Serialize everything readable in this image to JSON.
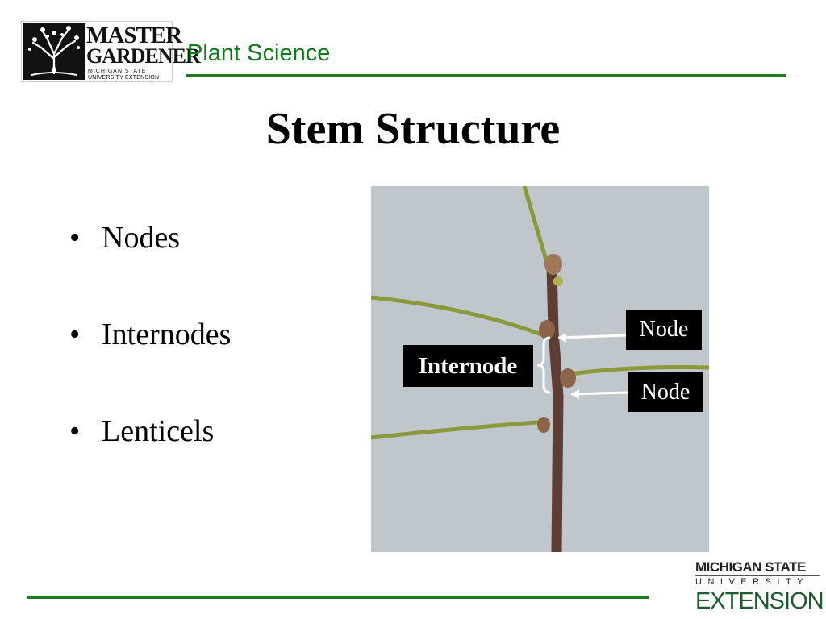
{
  "header": {
    "section_title": "Plant Science",
    "logo": {
      "word1": "MASTER",
      "word2": "GARDENER",
      "sub1": "MICHIGAN STATE",
      "sub2": "UNIVERSITY EXTENSION"
    }
  },
  "slide": {
    "title": "Stem Structure",
    "bullets": [
      "Nodes",
      "Internodes",
      "Lenticels"
    ]
  },
  "photo": {
    "labels": {
      "node_upper": "Node",
      "node_lower": "Node",
      "internode": "Internode"
    }
  },
  "footer": {
    "logo": {
      "line1": "MICHIGAN STATE",
      "line2": "UNIVERSITY",
      "line3": "EXTENSION"
    }
  },
  "colors": {
    "accent_green": "#1f7a22",
    "header_text_green": "#0e7a1b",
    "photo_background": "#bfc6cc",
    "stem": "#5e3d35"
  },
  "icons": {
    "logo_tree": "oak-tree-icon"
  }
}
